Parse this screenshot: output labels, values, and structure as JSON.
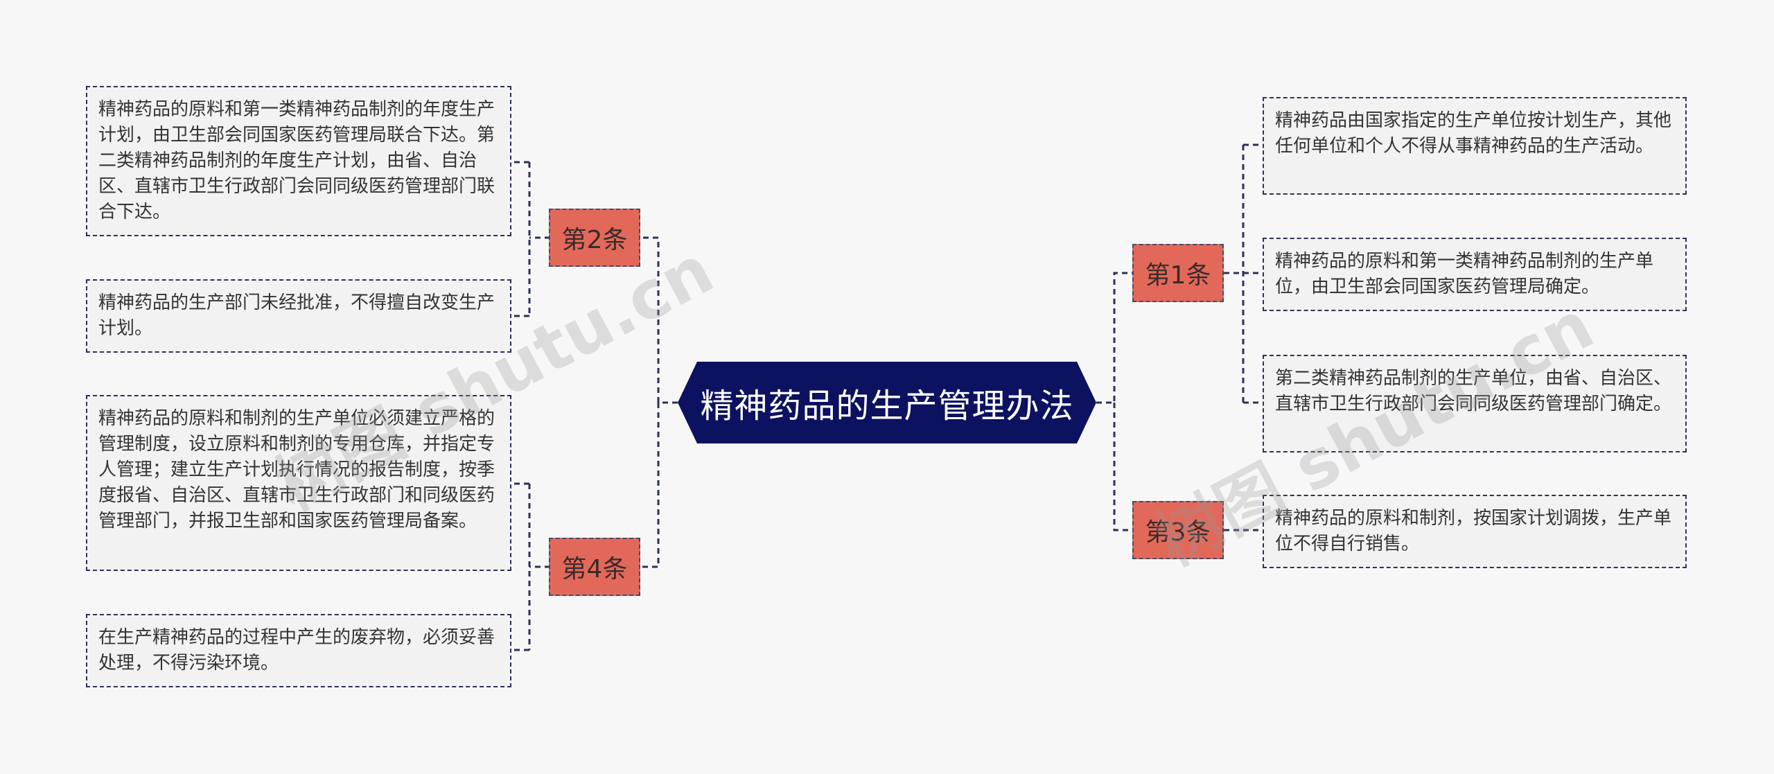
{
  "root": {
    "title": "精神药品的生产管理办法"
  },
  "branches": {
    "b1": {
      "label": "第1条"
    },
    "b2": {
      "label": "第2条"
    },
    "b3": {
      "label": "第3条"
    },
    "b4": {
      "label": "第4条"
    }
  },
  "leaves": {
    "b1_1": "精神药品由国家指定的生产单位按计划生产，其他任何单位和个人不得从事精神药品的生产活动。",
    "b1_2": "精神药品的原料和第一类精神药品制剂的生产单位，由卫生部会同国家医药管理局确定。",
    "b1_3": "第二类精神药品制剂的生产单位，由省、自治区、直辖市卫生行政部门会同同级医药管理部门确定。",
    "b2_1": "精神药品的原料和第一类精神药品制剂的年度生产计划，由卫生部会同国家医药管理局联合下达。第二类精神药品制剂的年度生产计划，由省、自治区、直辖市卫生行政部门会同同级医药管理部门联合下达。",
    "b2_2": "精神药品的生产部门未经批准，不得擅自改变生产计划。",
    "b3_1": "精神药品的原料和制剂，按国家计划调拨，生产单位不得自行销售。",
    "b4_1": "精神药品的原料和制剂的生产单位必须建立严格的管理制度，设立原料和制剂的专用仓库，并指定专人管理；建立生产计划执行情况的报告制度，按季度报省、自治区、直辖市卫生行政部门和同级医药管理部门，并报卫生部和国家医药管理局备案。",
    "b4_2": "在生产精神药品的过程中产生的废弃物，必须妥善处理，不得污染环境。"
  },
  "watermarks": [
    "树图 shutu.cn",
    "树图 shutu.cn"
  ],
  "colors": {
    "root_bg": "#0c1260",
    "branch_bg": "#e2695a",
    "connector": "#2c3158",
    "leaf_bg": "#f2f2f2"
  }
}
